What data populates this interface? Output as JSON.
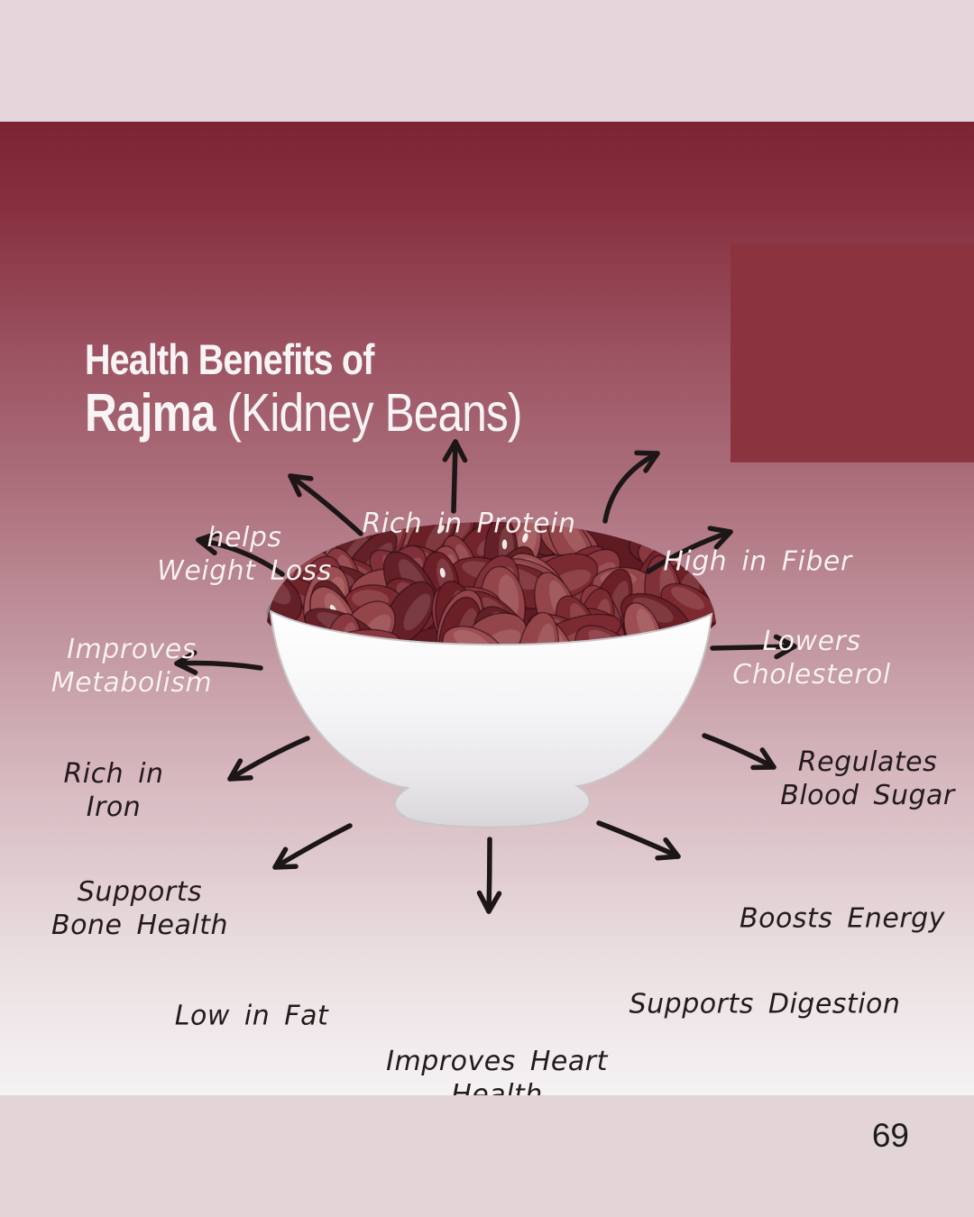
{
  "title": {
    "line1": "Health Benefits of",
    "line2_bold": "Rajma",
    "line2_light": " (Kidney Beans)"
  },
  "page_number": "69",
  "benefits": [
    {
      "id": "weight-loss",
      "lines": [
        "helps",
        "Weight Loss"
      ]
    },
    {
      "id": "protein",
      "lines": [
        "Rich in Protein"
      ]
    },
    {
      "id": "fiber",
      "lines": [
        "High in Fiber"
      ]
    },
    {
      "id": "metabolism",
      "lines": [
        "Improves",
        "Metabolism"
      ]
    },
    {
      "id": "cholesterol",
      "lines": [
        "Lowers",
        "Cholesterol"
      ]
    },
    {
      "id": "iron",
      "lines": [
        "Rich in",
        "Iron"
      ]
    },
    {
      "id": "blood-sugar",
      "lines": [
        "Regulates",
        "Blood Sugar"
      ]
    },
    {
      "id": "bone-health",
      "lines": [
        "Supports",
        "Bone Health"
      ]
    },
    {
      "id": "energy",
      "lines": [
        "Boosts Energy"
      ]
    },
    {
      "id": "low-fat",
      "lines": [
        "Low in Fat"
      ]
    },
    {
      "id": "digestion",
      "lines": [
        "Supports Digestion"
      ]
    },
    {
      "id": "heart",
      "lines": [
        "Improves Heart",
        "Health"
      ]
    }
  ],
  "illustration": {
    "subject": "white bowl filled with red kidney beans"
  },
  "colors": {
    "top_band": "#e4d6da",
    "bottom_band": "#e2d4d7",
    "gradient_top": "#7d2433",
    "gradient_bottom": "#f5f2f3",
    "accent_rectangle": "#8b3440",
    "arrow": "#1c1617",
    "label_white": "#f9f1f2",
    "label_dark": "#241a1c",
    "bean_dark": "#6b1f27",
    "bowl_white": "#f7f6f7"
  }
}
